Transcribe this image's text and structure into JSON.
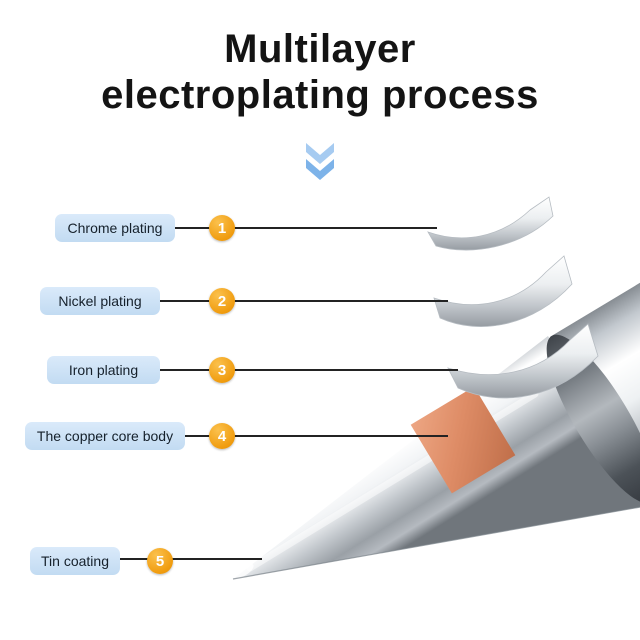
{
  "title": {
    "line1": "Multilayer",
    "line2": "electroplating process"
  },
  "steps": [
    {
      "number": "1",
      "label": "Chrome plating"
    },
    {
      "number": "2",
      "label": "Nickel plating"
    },
    {
      "number": "3",
      "label": "Iron plating"
    },
    {
      "number": "4",
      "label": "The copper core body"
    },
    {
      "number": "5",
      "label": "Tin coating"
    }
  ],
  "icons": {
    "down_arrow": "double-chevron-down"
  },
  "colors": {
    "label_bg": "#c9def3",
    "badge_orange": "#f09c0f",
    "copper": "#dd8a64",
    "arrow_blue": "#7db3e9",
    "metal_light": "#ffffff",
    "metal_dark": "#8a9096",
    "title_text": "#141414"
  }
}
